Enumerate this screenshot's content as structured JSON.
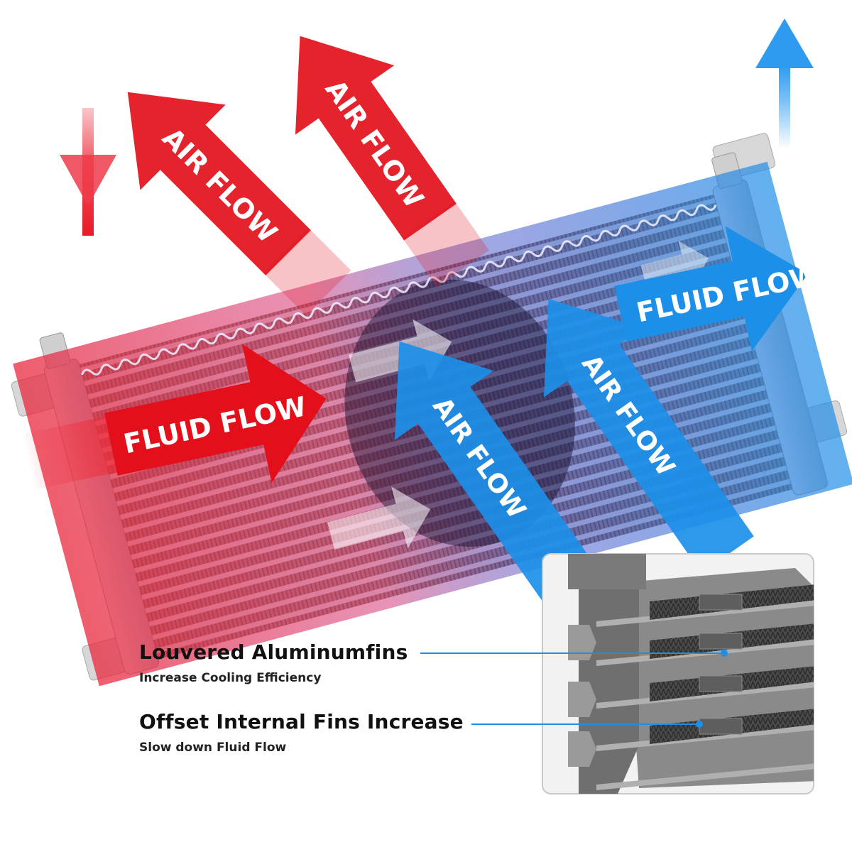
{
  "arrows": {
    "fluid_flow_in": "FLUID FLOW",
    "fluid_flow_out": "FLUID FLOW",
    "air_flow_red_left": "AIR FLOW",
    "air_flow_red_right": "AIR FLOW",
    "air_flow_blue_left": "AIR FLOW",
    "air_flow_blue_right": "AIR FLOW"
  },
  "callouts": [
    {
      "title": "Louvered Aluminumfins",
      "subtitle": "Increase Cooling Efficiency"
    },
    {
      "title": "Offset Internal Fins Increase",
      "subtitle": "Slow down Fluid Flow"
    }
  ],
  "colors": {
    "hot": "#e3101b",
    "cold": "#1c8fe8",
    "panel_bg": "#f2f2f2",
    "leader_line": "#1c8fe8"
  }
}
